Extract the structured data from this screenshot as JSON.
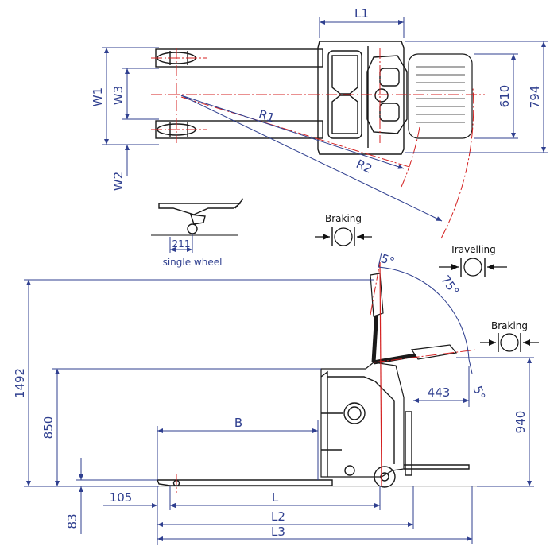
{
  "drawing": {
    "top_view": {
      "dimensions": {
        "L1": "L1",
        "W1": "W1",
        "W3": "W3",
        "W2": "W2",
        "R1": "R1",
        "R2": "R2",
        "width_610": "610",
        "width_794": "794"
      }
    },
    "detail": {
      "caption": "single wheel",
      "value_211": "211"
    },
    "symbols": {
      "braking_top": "Braking",
      "travelling": "Travelling",
      "braking_side": "Braking"
    },
    "side_view": {
      "dimensions": {
        "height_1492": "1492",
        "height_850": "850",
        "height_940": "940",
        "height_83": "83",
        "length_105": "105",
        "length_443": "443",
        "angle_5_top": "5°",
        "angle_75": "75°",
        "angle_5_bottom": "5°",
        "B": "B",
        "L": "L",
        "L2": "L2",
        "L3": "L3"
      }
    }
  }
}
